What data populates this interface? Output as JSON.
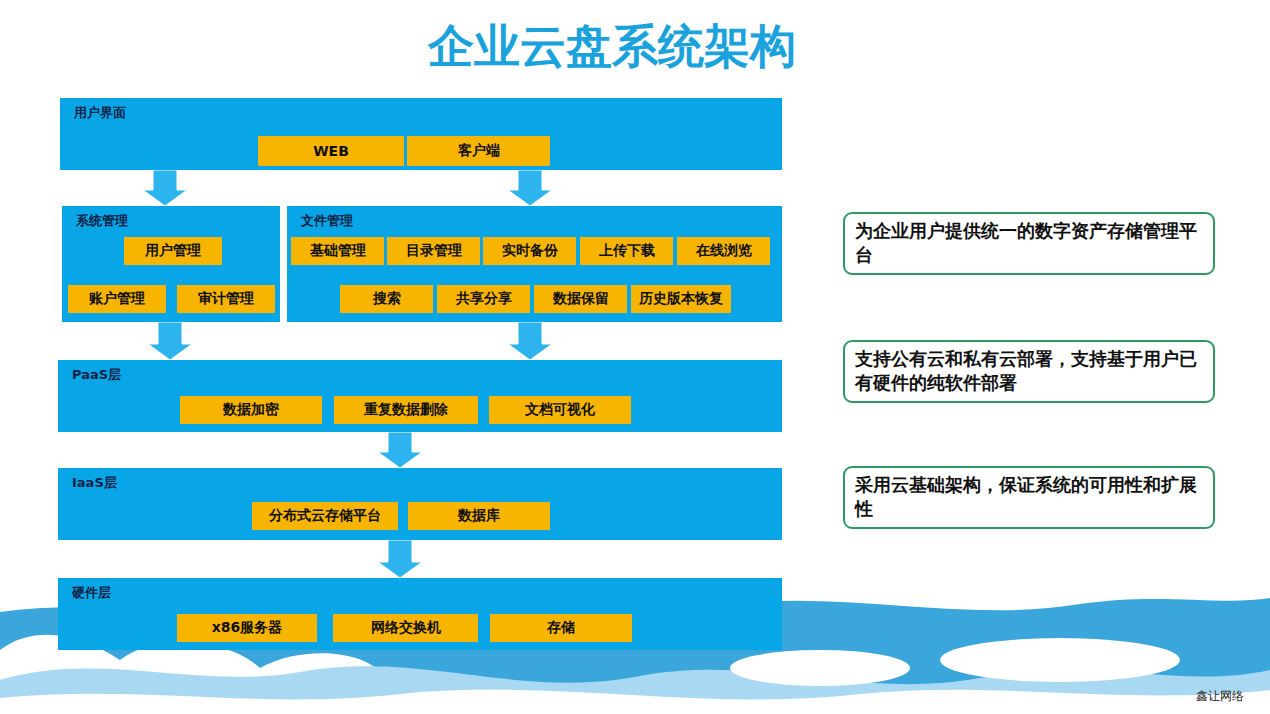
{
  "diagram": {
    "title": "企业云盘系统架构",
    "nodes": [
      {
        "text": [
          "用户界面"
        ]
      },
      {
        "text": [
          "WEB"
        ],
        "in": 0
      },
      {
        "text": [
          "客户端"
        ],
        "in": 0
      },
      {
        "text": [
          "系统管理"
        ]
      },
      {
        "text": [
          "用户管理"
        ],
        "in": 3
      },
      {
        "text": [
          "账户管理"
        ],
        "in": 3
      },
      {
        "text": [
          "审计管理"
        ],
        "in": 3
      },
      {
        "text": [
          "文件管理"
        ]
      },
      {
        "text": [
          "基础管理"
        ],
        "in": 7
      },
      {
        "text": [
          "目录管理"
        ],
        "in": 7
      },
      {
        "text": [
          "实时备份"
        ],
        "in": 7
      },
      {
        "text": [
          "上传下载"
        ],
        "in": 7
      },
      {
        "text": [
          "在线浏览"
        ],
        "in": 7
      },
      {
        "text": [
          "搜索"
        ],
        "in": 7
      },
      {
        "text": [
          "共享分享"
        ],
        "in": 7
      },
      {
        "text": [
          "数据保留"
        ],
        "in": 7
      },
      {
        "text": [
          "历史版本恢复"
        ],
        "in": 7
      },
      {
        "text": [
          "PaaS层"
        ]
      },
      {
        "text": [
          "数据加密"
        ],
        "in": 17
      },
      {
        "text": [
          "重复数据删除"
        ],
        "in": 17
      },
      {
        "text": [
          "文档可视化"
        ],
        "in": 17
      },
      {
        "text": [
          "IaaS层"
        ]
      },
      {
        "text": [
          "分布式云存储平台"
        ],
        "in": 21
      },
      {
        "text": [
          "数据库"
        ],
        "in": 21
      },
      {
        "text": [
          "硬件层"
        ]
      },
      {
        "text": [
          "x86服务器"
        ],
        "in": 24
      },
      {
        "text": [
          "网络交换机"
        ],
        "in": 24
      },
      {
        "text": [
          "存储"
        ],
        "in": 24
      },
      {
        "text": [
          "为企业用户提供统一的数字资产存储管理平台"
        ]
      },
      {
        "text": [
          "支持公有云和私有云部署，支持基于用户已有硬件的纯软件部署"
        ]
      },
      {
        "text": [
          "采用云基础架构，保证系统的可用性和扩展性"
        ]
      }
    ],
    "edges": [
      {
        "from": 0,
        "to": 3,
        "arrow": "to"
      },
      {
        "from": 0,
        "to": 7,
        "arrow": "to"
      },
      {
        "from": 3,
        "to": 17,
        "arrow": "to"
      },
      {
        "from": 7,
        "to": 17,
        "arrow": "to"
      },
      {
        "from": 17,
        "to": 21,
        "arrow": "to"
      },
      {
        "from": 21,
        "to": 24,
        "arrow": "to"
      }
    ],
    "labels": [
      "鑫让网络"
    ]
  }
}
